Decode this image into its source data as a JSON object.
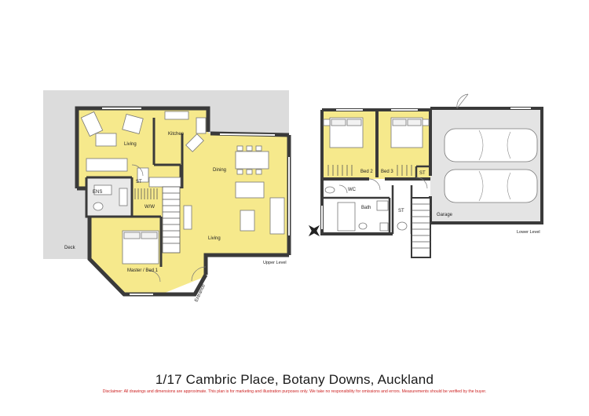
{
  "plan": {
    "address": "1/17 Cambric Place, Botany Downs, Auckland",
    "disclaimer": "Disclaimer: All drawings and dimensions are approximate. This plan is for marketing and illustration purposes only. We take no responsibility for omissions and errors. Measurements should be verified by the buyer.",
    "levels": {
      "upper": "Upper Level",
      "lower": "Lower Level"
    },
    "rooms": {
      "living_top": "Living",
      "kitchen": "Kitchen",
      "dining": "Dining",
      "ens": "ENS",
      "st_upper": "ST",
      "wiw": "W/W",
      "living_main": "Living",
      "master": "Master / Bed 1",
      "deck": "Deck",
      "entrance": "Entrance",
      "bed2": "Bed 2",
      "bed3": "Bed 3",
      "st_bed": "ST",
      "wc": "WC",
      "bath": "Bath",
      "st_lower": "ST",
      "garage": "Garage"
    }
  },
  "colors": {
    "floor": "#f6e98c",
    "deck": "#dcdcdc",
    "garage": "#e4e4e4",
    "wall": "#3a3a3a",
    "disclaimer": "#cc1f1f"
  }
}
